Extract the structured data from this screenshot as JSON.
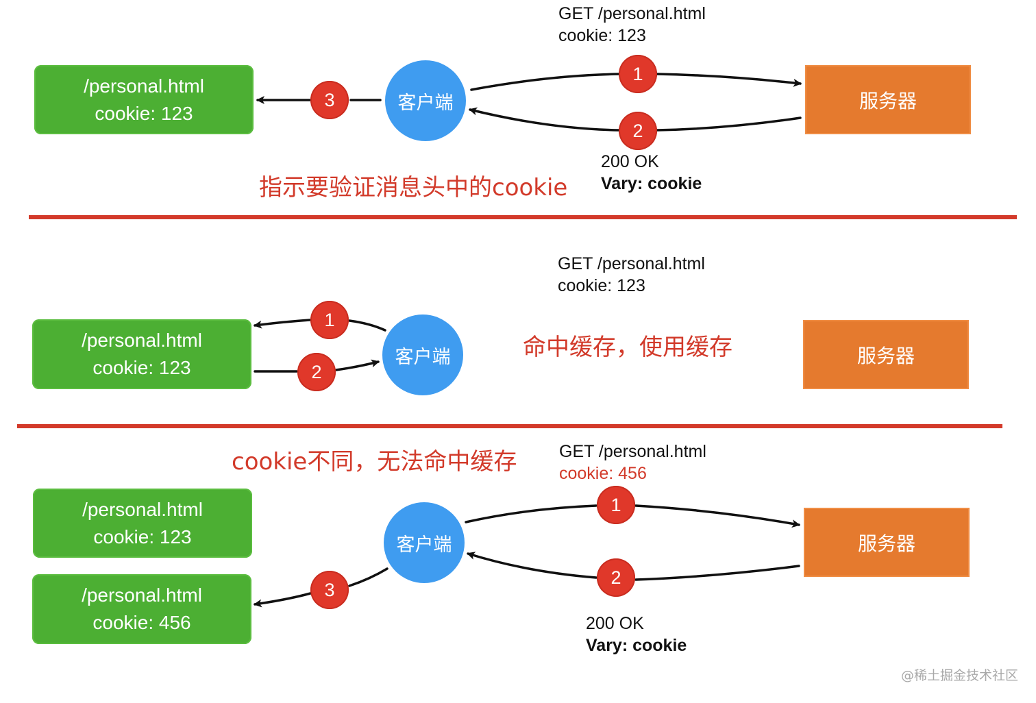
{
  "panel1": {
    "cache_path": "/personal.html",
    "cache_cookie": "cookie: 123",
    "client": "客户端",
    "server": "服务器",
    "request_line": "GET /personal.html",
    "request_cookie": "cookie: 123",
    "response_status": "200 OK",
    "response_vary": "Vary: cookie",
    "note": "指示要验证消息头中的cookie",
    "badges": [
      "1",
      "2",
      "3"
    ]
  },
  "panel2": {
    "cache_path": "/personal.html",
    "cache_cookie": "cookie: 123",
    "client": "客户端",
    "server": "服务器",
    "request_line": "GET /personal.html",
    "request_cookie": "cookie: 123",
    "note": "命中缓存，使用缓存",
    "badges": [
      "1",
      "2"
    ]
  },
  "panel3": {
    "cache1_path": "/personal.html",
    "cache1_cookie": "cookie: 123",
    "cache2_path": "/personal.html",
    "cache2_cookie": "cookie: 456",
    "client": "客户端",
    "server": "服务器",
    "request_line": "GET /personal.html",
    "request_cookie": "cookie: 456",
    "response_status": "200 OK",
    "response_vary": "Vary: cookie",
    "note": "cookie不同，无法命中缓存",
    "badges": [
      "1",
      "2",
      "3"
    ]
  },
  "watermark": "@稀土掘金技术社区",
  "colors": {
    "cache": "#4caf33",
    "server": "#e57a2e",
    "client": "#3f9cf0",
    "badge": "#e0382a",
    "highlight": "#d23a2a"
  }
}
